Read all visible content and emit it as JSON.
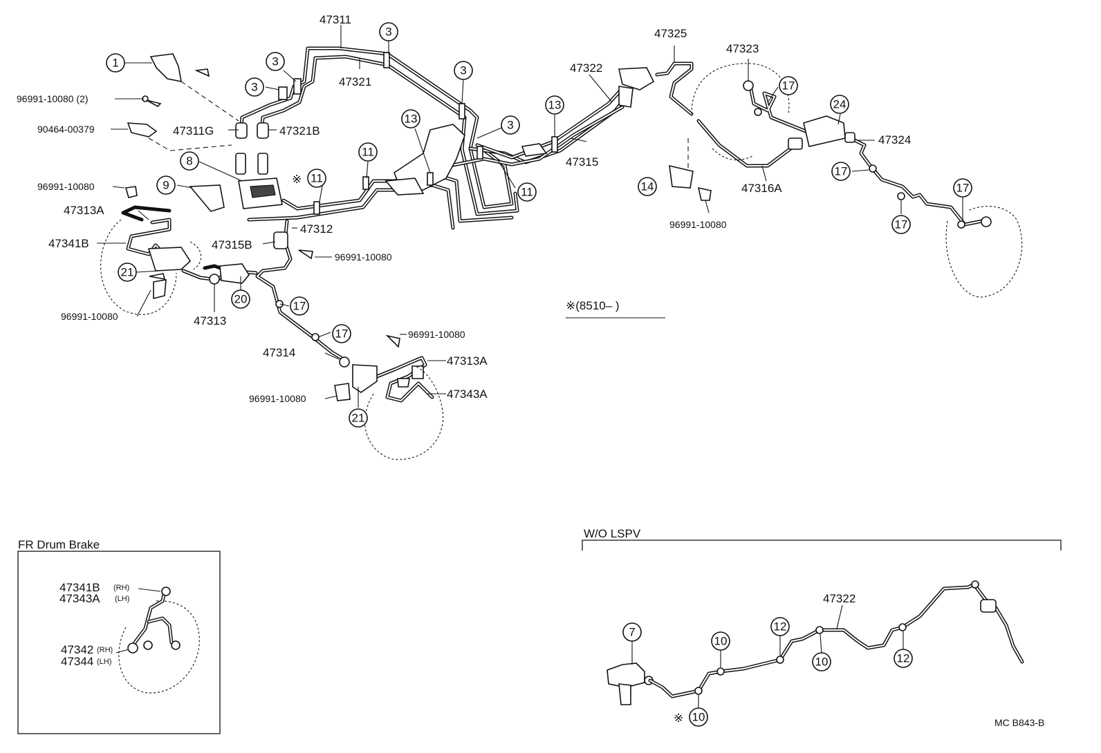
{
  "labels": {
    "p47311": "47311",
    "p47321": "47321",
    "p47325": "47325",
    "p47323": "47323",
    "p47322": "47322",
    "p47315": "47315",
    "p47316A": "47316A",
    "p47324": "47324",
    "p96991_2": "96991-10080 (2)",
    "p90464": "90464-00379",
    "p47311G": "47311G",
    "p47321B": "47321B",
    "p96991_a": "96991-10080",
    "p47313A_l": "47313A",
    "p47341B": "47341B",
    "p47312": "47312",
    "p47315B": "47315B",
    "p96991_b": "96991-10080",
    "p96991_c": "96991-10080",
    "p47313": "47313",
    "p96991_d": "96991-10080",
    "p47314": "47314",
    "p47313A_r": "47313A",
    "p96991_e": "96991-10080",
    "p47343A": "47343A",
    "p96991_f": "96991-10080",
    "note_8510": "※(8510–        )",
    "asterisk": "※",
    "fr_drum_title": "FR Drum Brake",
    "inset_47341B": "47341B",
    "inset_rh1": "(RH)",
    "inset_47343A": "47343A",
    "inset_lh1": "(LH)",
    "inset_47342": "47342",
    "inset_rh2": "(RH)",
    "inset_47344": "47344",
    "inset_lh2": "(LH)",
    "wo_lspv_title": "W/O LSPV",
    "wo_47322": "47322",
    "code": "MC  B843-B"
  },
  "callouts": {
    "c1": "1",
    "c3a": "3",
    "c3b": "3",
    "c3c": "3",
    "c3d": "3",
    "c3e": "3",
    "c8": "8",
    "c9": "9",
    "c11a": "11",
    "c11b": "11",
    "c11c": "11",
    "c13a": "13",
    "c13b": "13",
    "c14": "14",
    "c17a": "17",
    "c17b": "17",
    "c17c": "17",
    "c17d": "17",
    "c17e": "17",
    "c17f": "17",
    "c20": "20",
    "c21a": "21",
    "c21b": "21",
    "c24": "24",
    "c7": "7",
    "c10a": "10",
    "c10b": "10",
    "c10c": "10",
    "c12a": "12",
    "c12b": "12"
  }
}
